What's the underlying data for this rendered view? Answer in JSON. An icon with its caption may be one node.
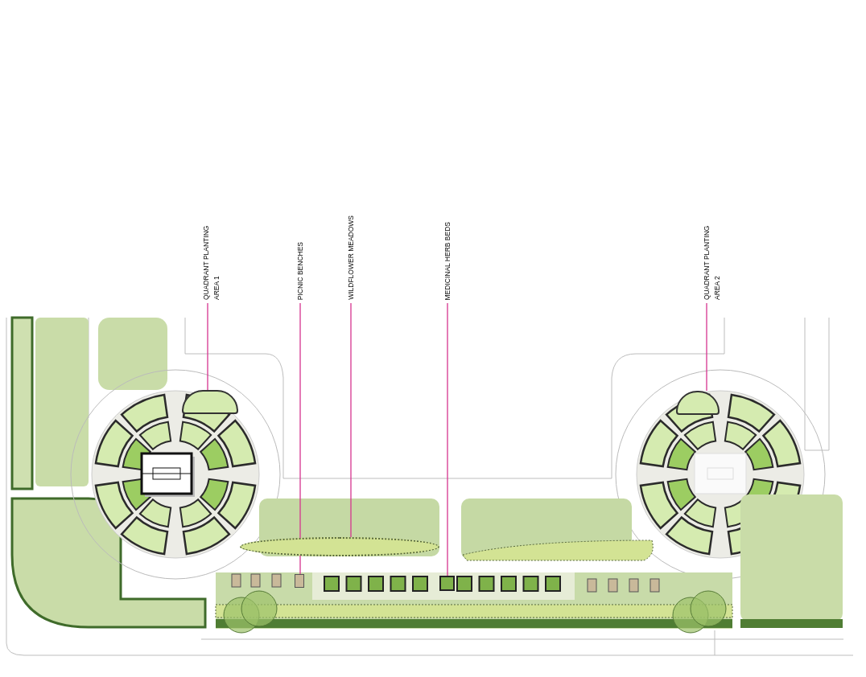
{
  "diagram": {
    "nodes": [
      {
        "text": [
          "QUADRANT PLANTING AREA 1"
        ]
      },
      {
        "text": [
          "PICNIC BENCHES"
        ]
      },
      {
        "text": [
          "WILDFLOWER MEADOWS"
        ]
      },
      {
        "text": [
          "MEDICINAL HERB BEDS"
        ]
      },
      {
        "text": [
          "QUADRANT PLANTING AREA 2"
        ]
      },
      {
        "text": [],
        "shape": "box"
      },
      {
        "text": [],
        "shape": "box"
      },
      {
        "text": [],
        "shape": "band"
      },
      {
        "text": [],
        "shape": "box"
      },
      {
        "text": [],
        "shape": "box"
      }
    ],
    "edges": [
      {
        "from": 0,
        "to": 5,
        "arrow": "none"
      },
      {
        "from": 1,
        "to": 6,
        "arrow": "none"
      },
      {
        "from": 2,
        "to": 7,
        "arrow": "none"
      },
      {
        "from": 3,
        "to": 8,
        "arrow": "none"
      },
      {
        "from": 4,
        "to": 9,
        "arrow": "none"
      }
    ]
  }
}
